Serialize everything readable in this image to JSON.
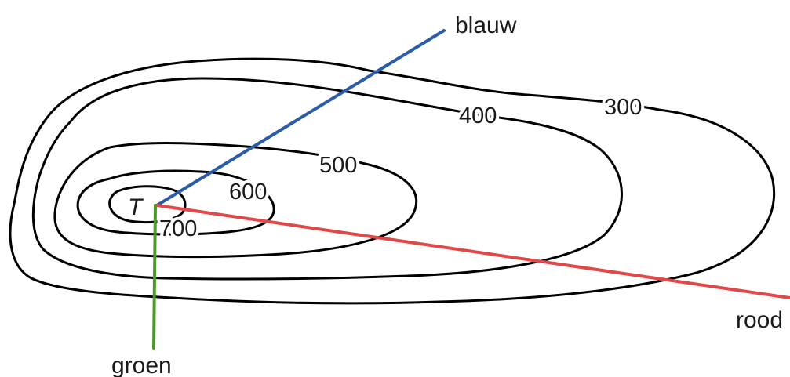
{
  "diagram": {
    "summit_label": "T",
    "contours": [
      {
        "id": "300",
        "label": "300"
      },
      {
        "id": "400",
        "label": "400"
      },
      {
        "id": "500",
        "label": "500"
      },
      {
        "id": "600",
        "label": "600"
      },
      {
        "id": "700",
        "label": "700"
      }
    ],
    "routes": [
      {
        "id": "blauw",
        "label": "blauw",
        "color": "#2a5caa"
      },
      {
        "id": "rood",
        "label": "rood",
        "color": "#e0484a"
      },
      {
        "id": "groen",
        "label": "groen",
        "color": "#4c9a2a"
      }
    ]
  }
}
